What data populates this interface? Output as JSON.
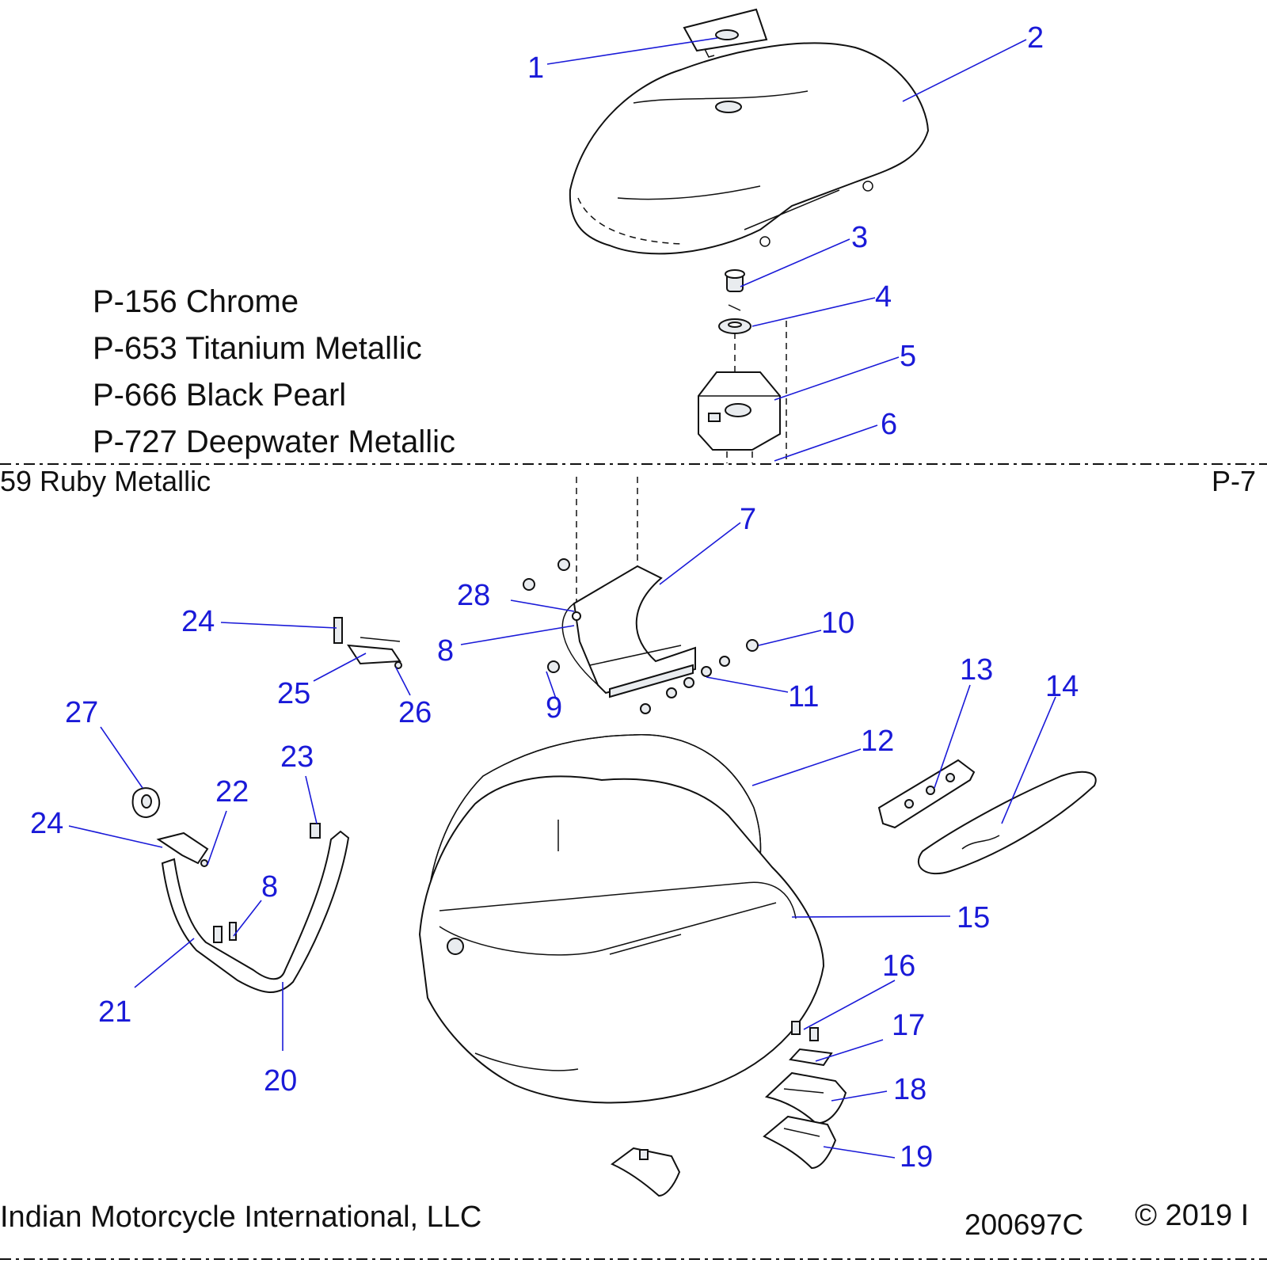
{
  "paint_codes": [
    "P-156 Chrome",
    "P-653 Titanium Metallic",
    "P-666 Black Pearl",
    "P-727 Deepwater Metallic"
  ],
  "cut_off_left": "59 Ruby Metallic",
  "cut_off_right": "P-7",
  "footer": {
    "company": "Indian Motorcycle International, LLC",
    "diagram_id": "200697C",
    "copyright": "© 2019 I"
  },
  "callouts": [
    {
      "label": "1"
    },
    {
      "label": "2"
    },
    {
      "label": "3"
    },
    {
      "label": "4"
    },
    {
      "label": "5"
    },
    {
      "label": "6"
    },
    {
      "label": "7"
    },
    {
      "label": "28"
    },
    {
      "label": "24"
    },
    {
      "label": "8"
    },
    {
      "label": "10"
    },
    {
      "label": "25"
    },
    {
      "label": "26"
    },
    {
      "label": "9"
    },
    {
      "label": "11"
    },
    {
      "label": "13"
    },
    {
      "label": "14"
    },
    {
      "label": "27"
    },
    {
      "label": "12"
    },
    {
      "label": "23"
    },
    {
      "label": "22"
    },
    {
      "label": "24"
    },
    {
      "label": "8"
    },
    {
      "label": "15"
    },
    {
      "label": "16"
    },
    {
      "label": "21"
    },
    {
      "label": "17"
    },
    {
      "label": "20"
    },
    {
      "label": "18"
    },
    {
      "label": "19"
    }
  ]
}
